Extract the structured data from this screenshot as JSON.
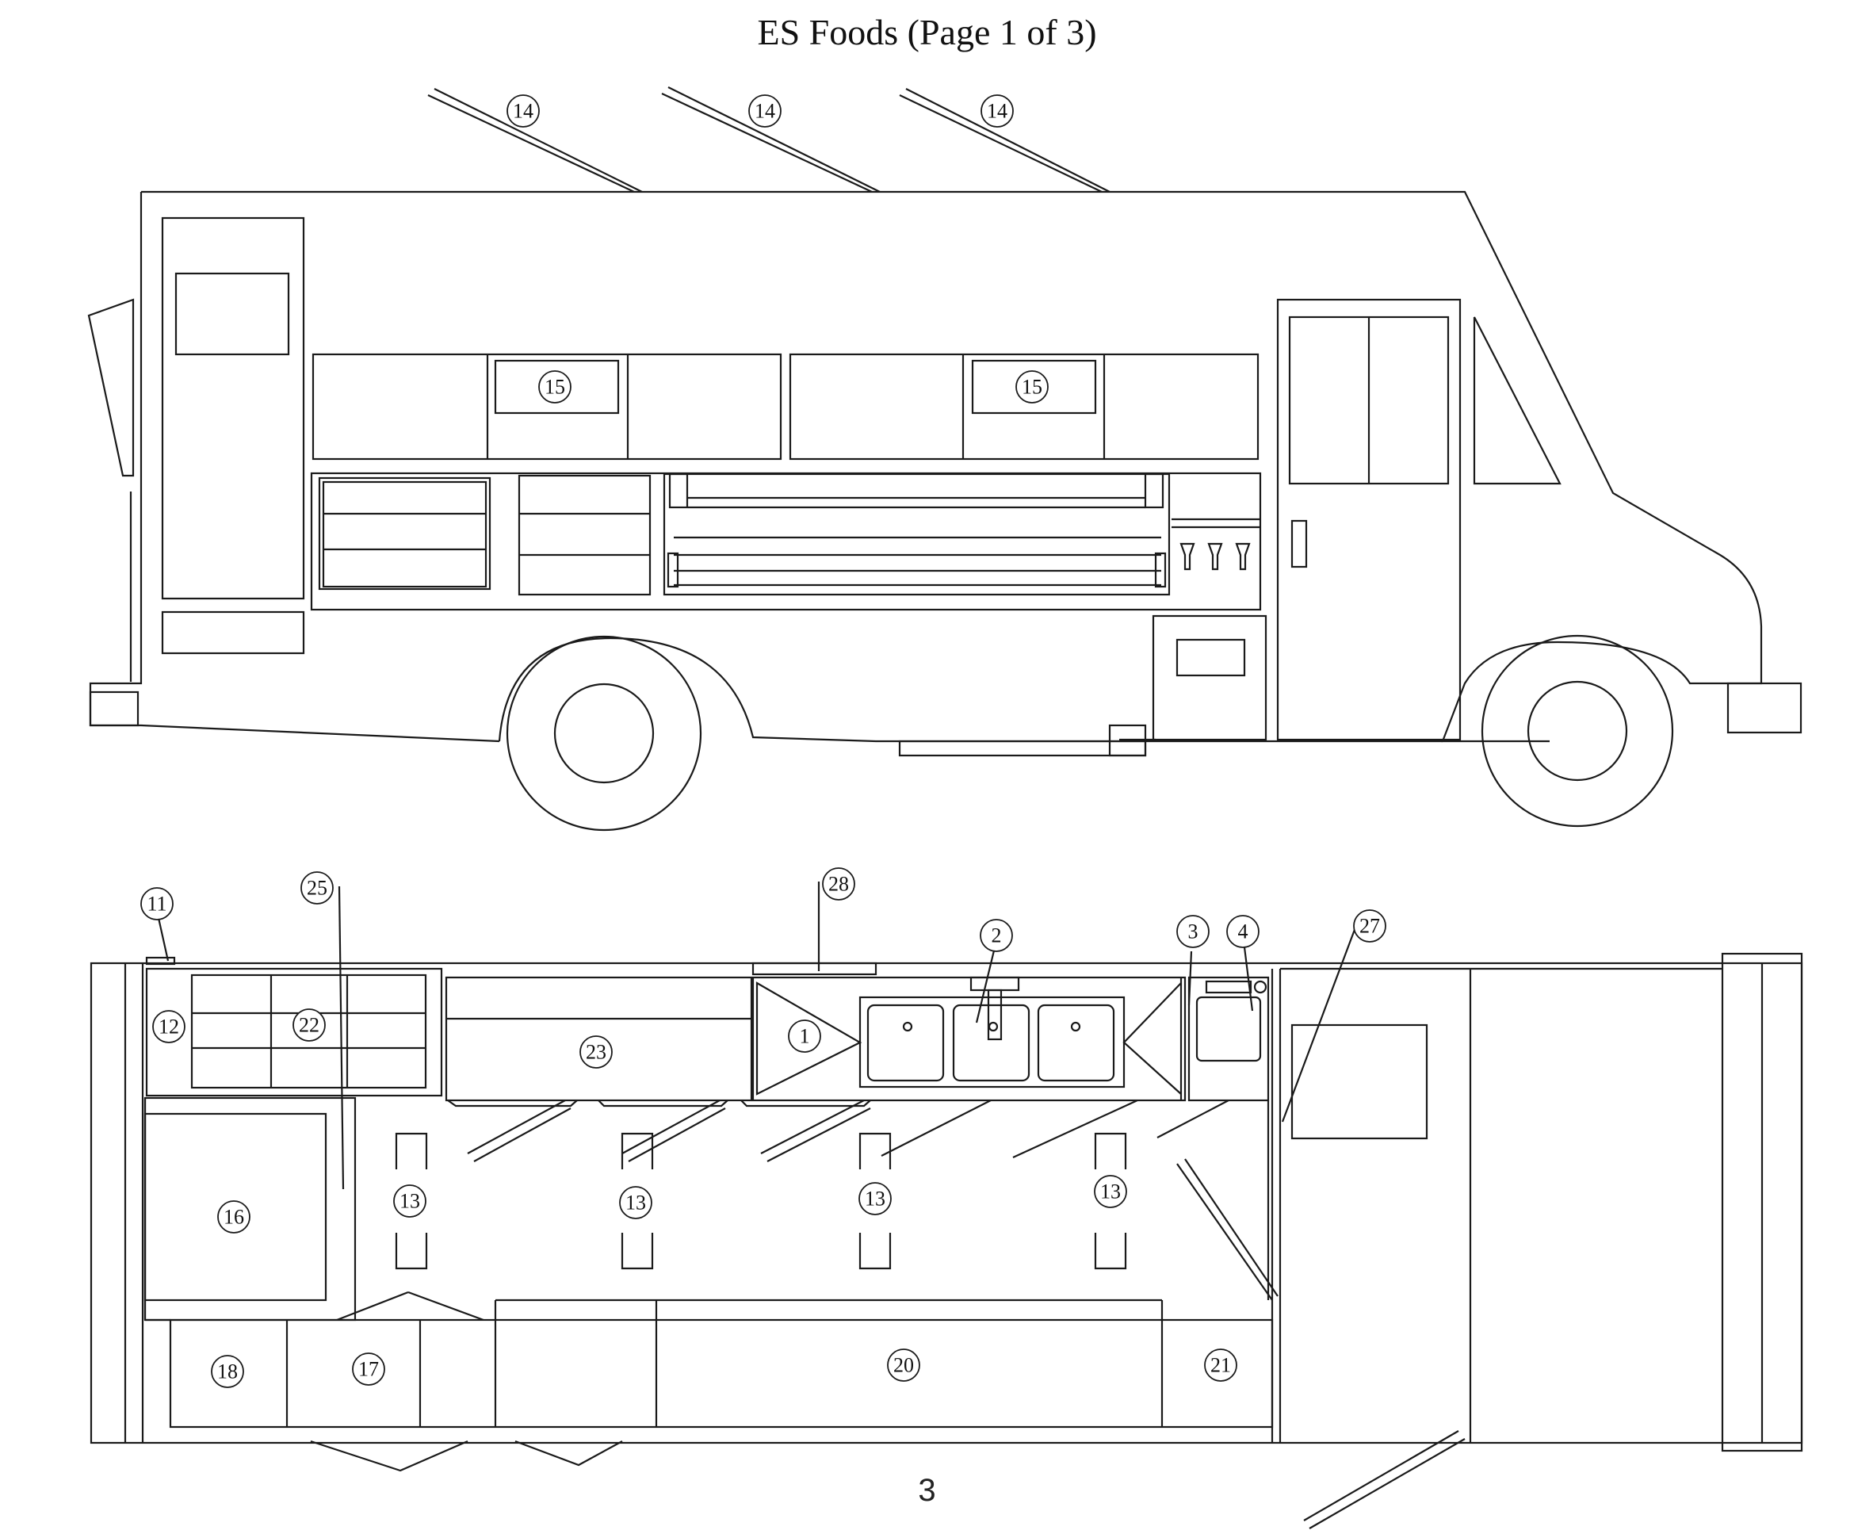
{
  "title": "ES Foods (Page 1 of 3)",
  "page_number": "3",
  "callouts": {
    "c1": "1",
    "c2": "2",
    "c3": "3",
    "c4": "4",
    "c11": "11",
    "c12": "12",
    "c13": "13",
    "c14": "14",
    "c15": "15",
    "c16": "16",
    "c17": "17",
    "c18": "18",
    "c20": "20",
    "c21": "21",
    "c22": "22",
    "c23": "23",
    "c25": "25",
    "c27": "27",
    "c28": "28"
  }
}
